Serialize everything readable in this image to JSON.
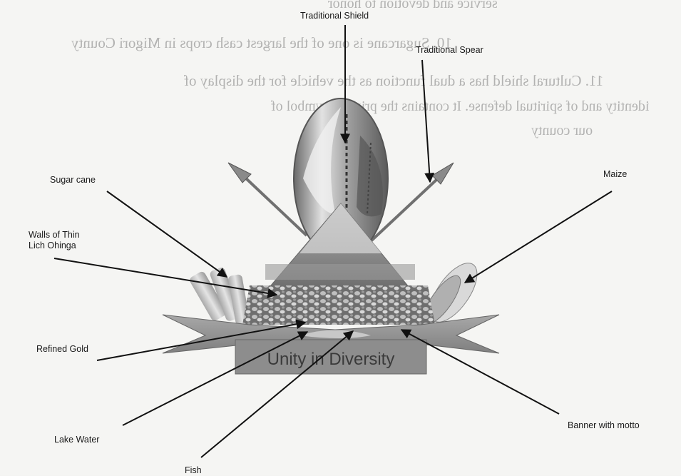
{
  "bleed_through": {
    "line1": "service and devotion to honor",
    "line2": "10. Sugarcane is one of the largest cash crops in Migori County",
    "line3": "11. Cultural shield has a dual function as the vehicle for the display of",
    "line4": "identity and of spiritual defense. It contains the primary symbol of",
    "line5": "our county"
  },
  "labels": {
    "traditional_shield": "Traditional Shield",
    "traditional_spear": "Traditional Spear",
    "sugar_cane": "Sugar cane",
    "maize": "Maize",
    "walls_line1": "Walls of Thin",
    "walls_line2": "Lich Ohinga",
    "refined_gold": "Refined Gold",
    "lake_water": "Lake Water",
    "fish": "Fish",
    "banner_with_motto": "Banner with motto"
  },
  "motto": "Unity in Diversity"
}
